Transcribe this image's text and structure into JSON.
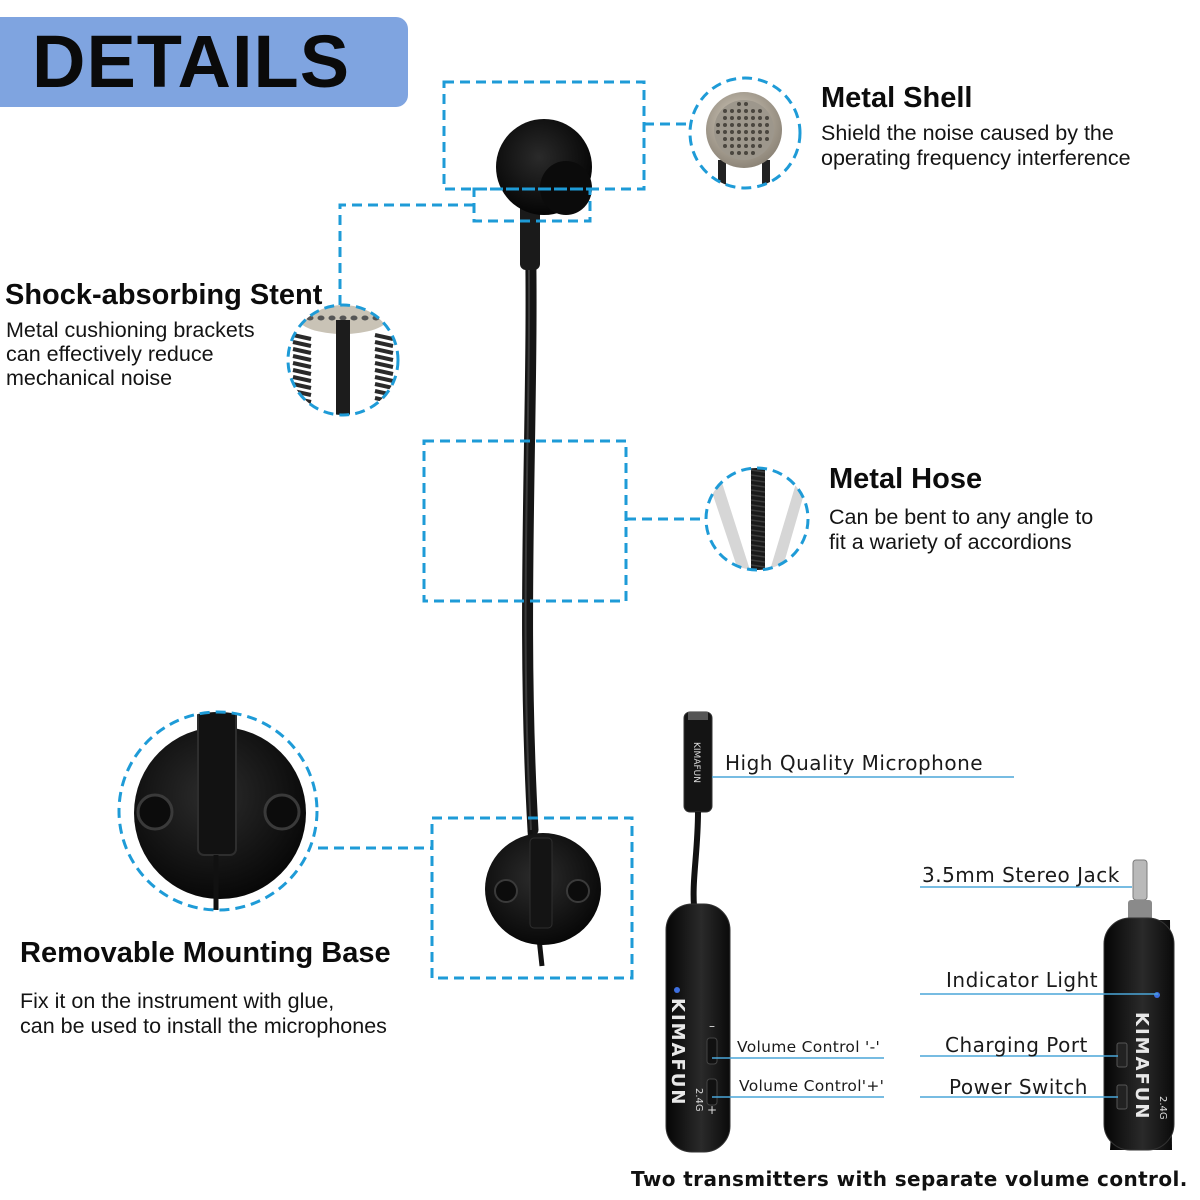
{
  "header": {
    "title": "DETAILS"
  },
  "callouts": {
    "metal_shell": {
      "title": "Metal Shell",
      "desc": [
        "Shield the noise caused by the",
        "operating frequency interference"
      ]
    },
    "stent": {
      "title": "Shock-absorbing Stent",
      "desc": [
        "Metal cushioning brackets",
        "can effectively reduce",
        "mechanical noise"
      ]
    },
    "hose": {
      "title": "Metal Hose",
      "desc": [
        "Can be bent to any angle to",
        "fit a wariety of accordions"
      ]
    },
    "base": {
      "title": "Removable Mounting Base",
      "desc": [
        "Fix it on the instrument with glue,",
        "can be used to install the microphones"
      ]
    }
  },
  "transmitter_labels": {
    "microphone": "High Quality Microphone",
    "volume_minus": "Volume Control '-'",
    "volume_plus": "Volume Control'+'"
  },
  "receiver_labels": {
    "jack": "3.5mm Stereo Jack",
    "indicator": "Indicator Light",
    "charging": "Charging Port",
    "power": "Power Switch"
  },
  "device": {
    "brand": "KIMAFUN",
    "band": "2.4G"
  },
  "footer": {
    "caption": "Two transmitters with separate volume control."
  },
  "colors": {
    "banner": "#7fa4e0",
    "dash": "#1e9bd7",
    "label_line": "#4aa6d8"
  }
}
